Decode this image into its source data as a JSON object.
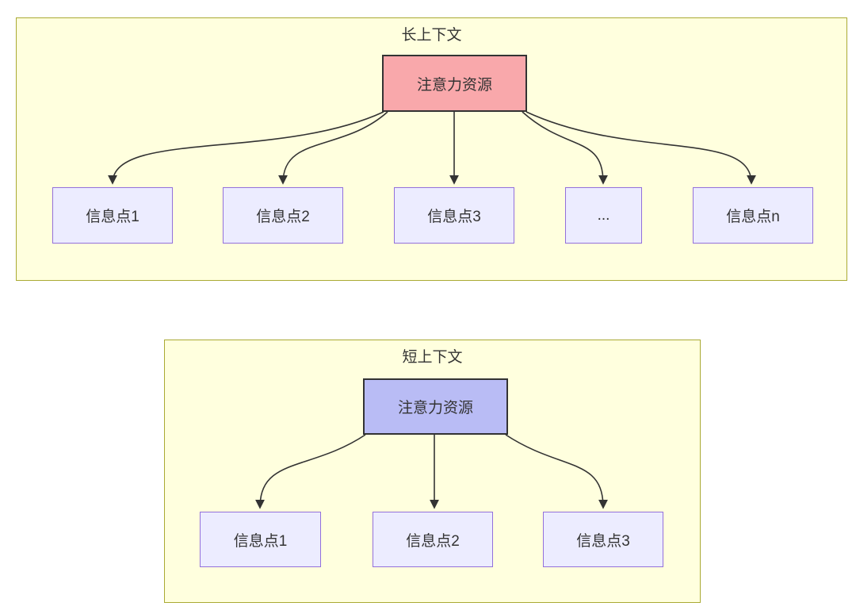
{
  "diagram": {
    "long_context": {
      "title": "长上下文",
      "attention_label": "注意力资源",
      "nodes": [
        "信息点1",
        "信息点2",
        "信息点3",
        "...",
        "信息点n"
      ]
    },
    "short_context": {
      "title": "短上下文",
      "attention_label": "注意力资源",
      "nodes": [
        "信息点1",
        "信息点2",
        "信息点3"
      ]
    },
    "colors": {
      "cluster_fill": "#ffffde",
      "cluster_border": "#aaaa33",
      "node_fill": "#ececff",
      "node_border": "#9370db",
      "attention_long_fill": "#f9a8ab",
      "attention_short_fill": "#b9bcf5",
      "attention_border": "#333333",
      "line": "#333333",
      "text": "#333333"
    }
  }
}
